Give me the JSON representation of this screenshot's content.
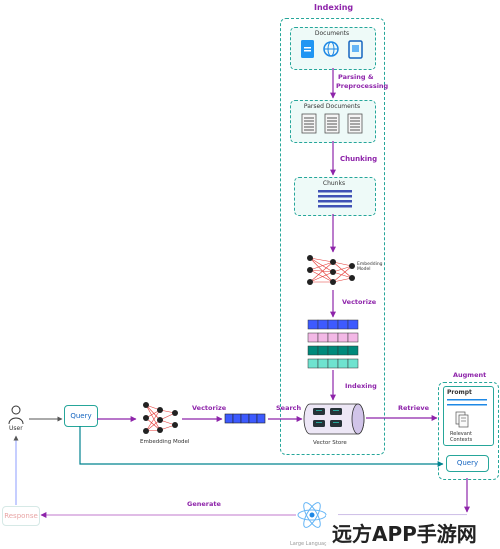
{
  "labels": {
    "indexing": "Indexing",
    "documents": "Documents",
    "parsing": "Parsing  &",
    "preprocessing": "Preprocessing",
    "parsed_documents": "Parsed Documents",
    "chunking": "Chunking",
    "chunks": "Chunks",
    "embedding_model_small": "Embedding Model",
    "vectorize": "Vectorize",
    "indexing_arrow": "Indexing",
    "vector_store": "Vector Store",
    "retrieve": "Retrieve",
    "augment": "Augment",
    "prompt": "Prompt",
    "relevant_contexts": "Relevant Contexts",
    "query_prompt": "Query",
    "user": "User",
    "query": "Query",
    "embedding_model": "Embedding Model",
    "vectorize_query": "Vectorize",
    "search": "Search",
    "generate": "Generate",
    "response": "Response",
    "llm": "Large Language Model",
    "watermark": "远方APP手游网"
  },
  "colors": {
    "purple": "#8e24aa",
    "teal": "#26a69a",
    "blue": "#1565c0",
    "vector_blue": "#3d5afe",
    "vector_pink": "#f3b8e6",
    "vector_teal": "#00897b",
    "vector_mint": "#6fe3cf"
  }
}
